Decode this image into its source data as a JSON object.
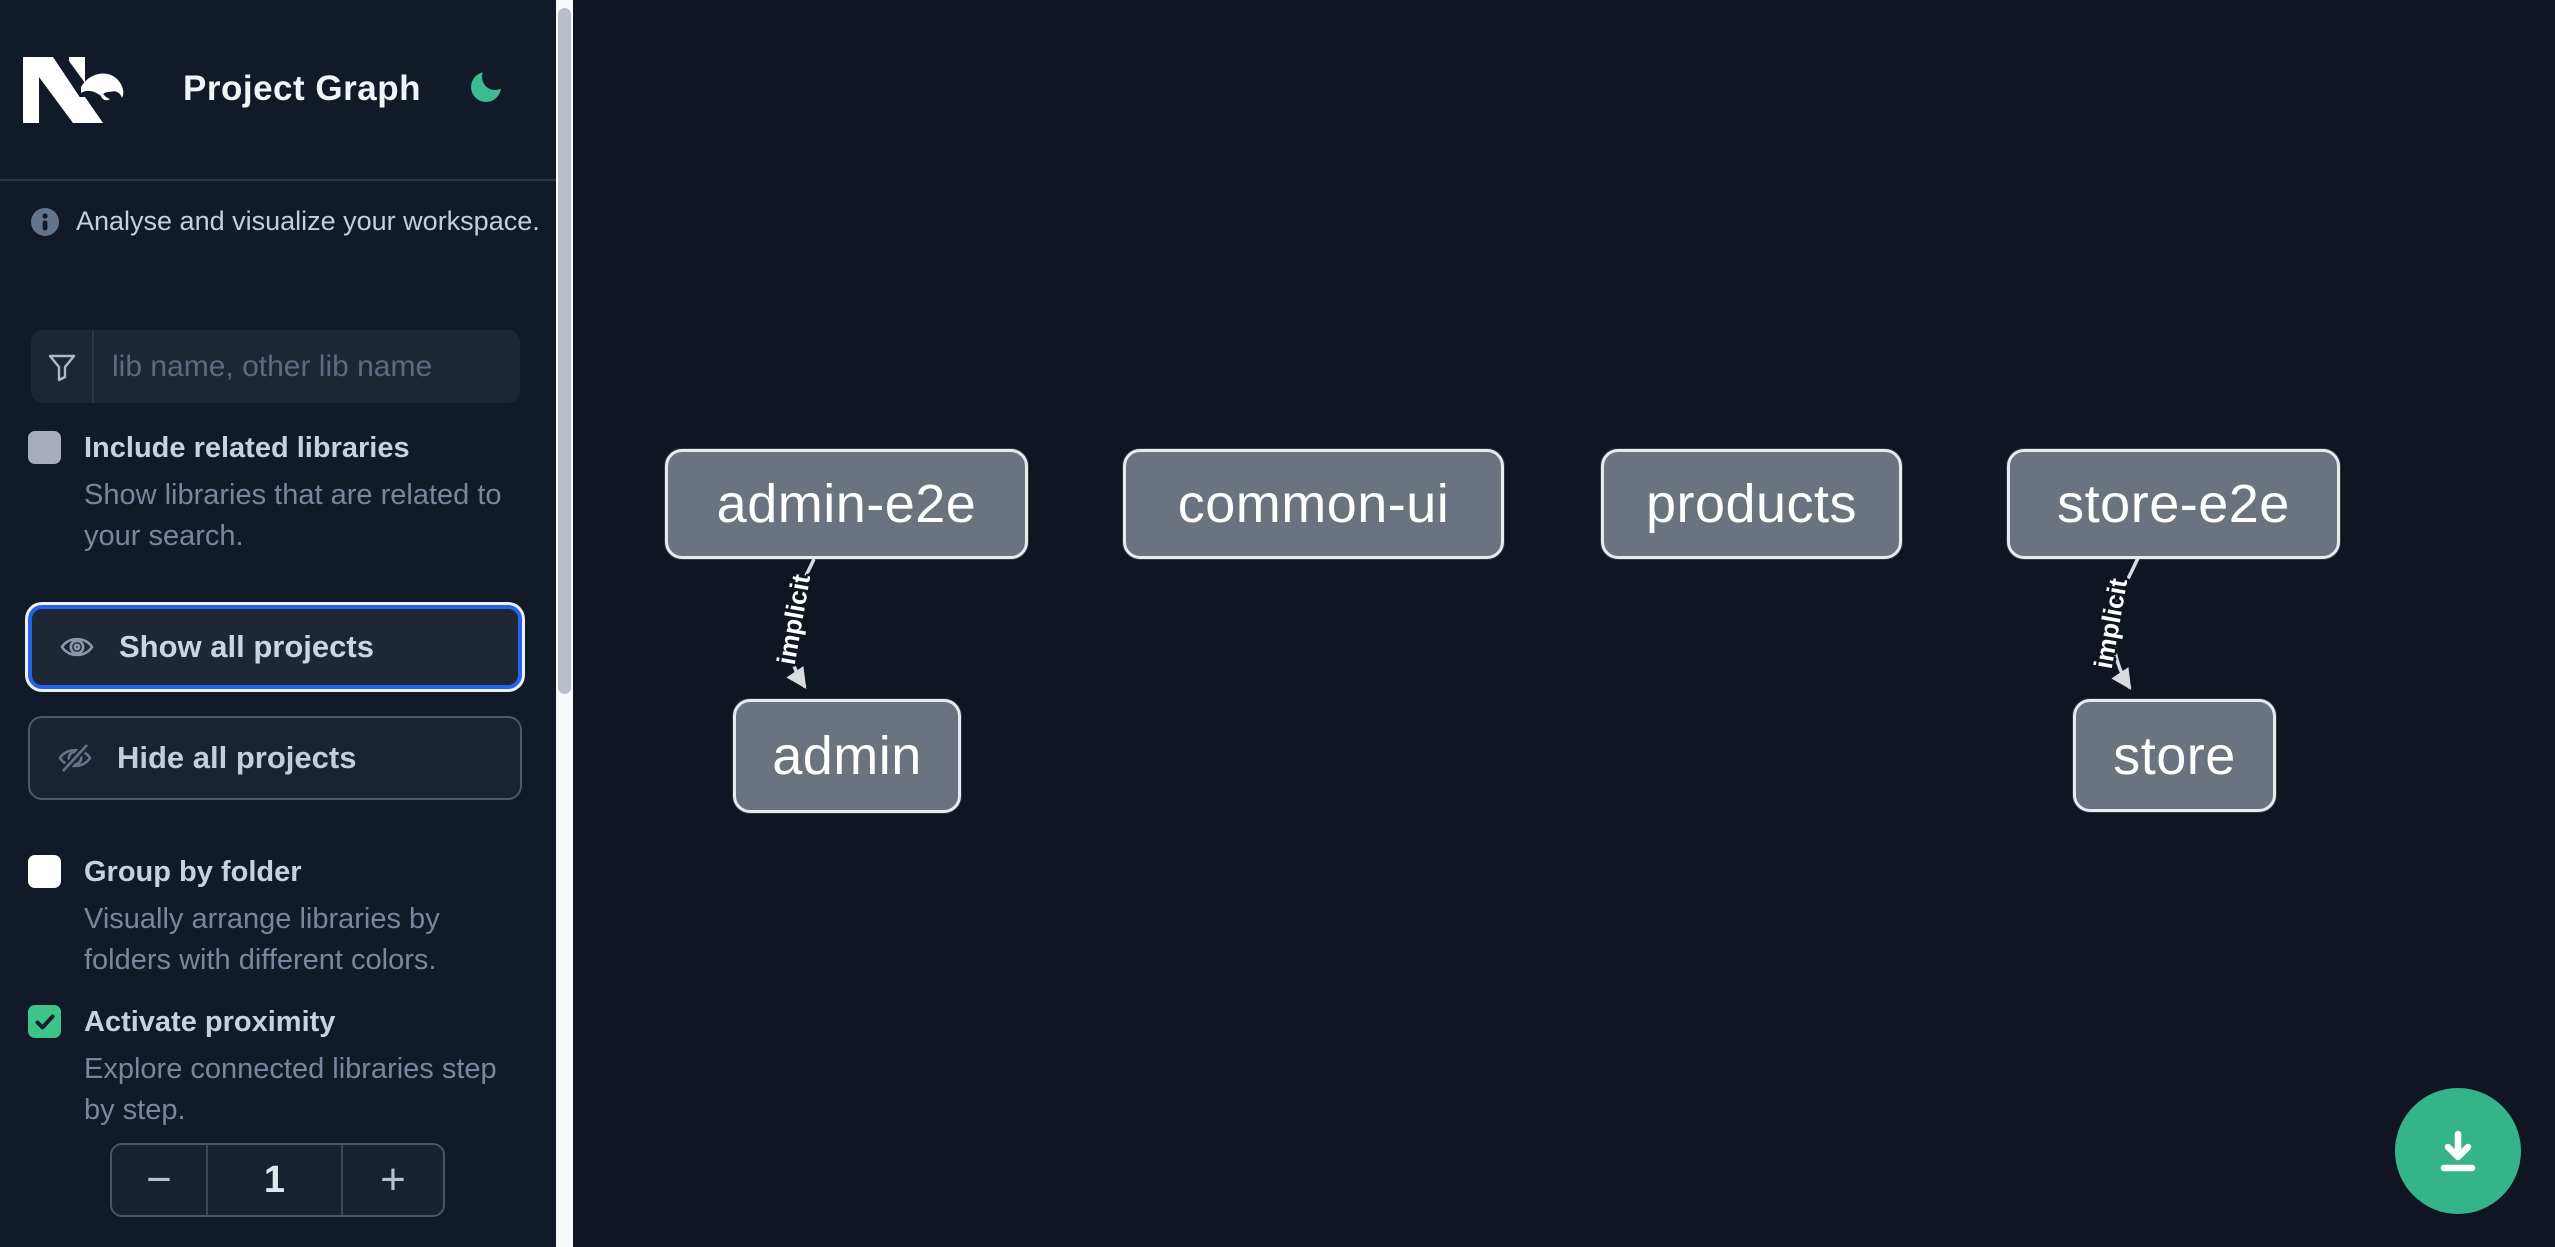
{
  "header": {
    "app_name": "Nx",
    "title": "Project Graph"
  },
  "info": {
    "text": "Analyse and visualize your workspace."
  },
  "search": {
    "value": "",
    "placeholder": "lib name, other lib name"
  },
  "options": [
    {
      "label": "Include related libraries",
      "description": "Show libraries that are related to your search.",
      "desc_lines": [
        "Show libraries that are related to",
        "your search."
      ],
      "checked": false
    },
    {
      "label": "Group by folder",
      "description": "Visually arrange libraries by folders with different colors.",
      "desc_lines": [
        "Visually arrange libraries by",
        "folders with different colors."
      ],
      "checked": false
    },
    {
      "label": "Activate proximity",
      "description": "Explore connected libraries step by step.",
      "desc_lines": [
        "Explore connected libraries step",
        "by step."
      ],
      "checked": true
    }
  ],
  "actions": {
    "show_all": "Show all projects",
    "hide_all": "Hide all projects"
  },
  "proximity_stepper": {
    "decrement": "−",
    "value": "1",
    "increment": "+"
  },
  "graph": {
    "nodes": [
      {
        "id": "admin-e2e",
        "label": "admin-e2e"
      },
      {
        "id": "common-ui",
        "label": "common-ui"
      },
      {
        "id": "products",
        "label": "products"
      },
      {
        "id": "store-e2e",
        "label": "store-e2e"
      },
      {
        "id": "admin",
        "label": "admin"
      },
      {
        "id": "store",
        "label": "store"
      }
    ],
    "edges": [
      {
        "source": "admin-e2e",
        "target": "admin",
        "label": "implicit"
      },
      {
        "source": "store-e2e",
        "target": "store",
        "label": "implicit"
      }
    ]
  },
  "colors": {
    "accent_green": "#3cba92",
    "checkbox_green": "#3ec48a",
    "fab_green": "#36b489",
    "focus_blue": "#2563eb",
    "node_fill": "#6b7280",
    "node_border": "#e7eaee",
    "sidebar_bg": "#121a29",
    "canvas_bg": "#0f1621"
  }
}
